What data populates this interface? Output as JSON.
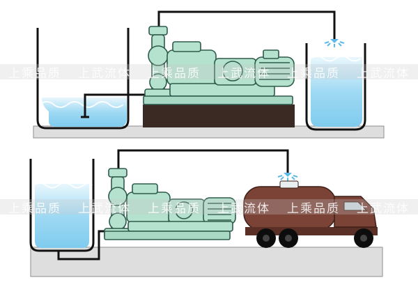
{
  "watermark": {
    "band_top": [
      "上乘品质",
      "上武流体",
      "上乘品质",
      "上武流体",
      "上乘品质",
      "上武流体"
    ],
    "band_bottom": [
      "上乘品质",
      "上武流体",
      "上乘品质",
      "上武流体",
      "上乘品质",
      "上武流体"
    ]
  },
  "colors": {
    "water": "#8fd3f1",
    "water_light": "#cdeefb",
    "pump_body": "#b5e1cf",
    "pump_outline": "#2e5a4c",
    "tanker": "#7a4336",
    "platform": "#3a2a23",
    "ground": "#dedede",
    "pipe": "#111111"
  },
  "icons": [
    "diaphragm-pump-icon",
    "tanker-truck-icon",
    "water-spray-icon"
  ]
}
